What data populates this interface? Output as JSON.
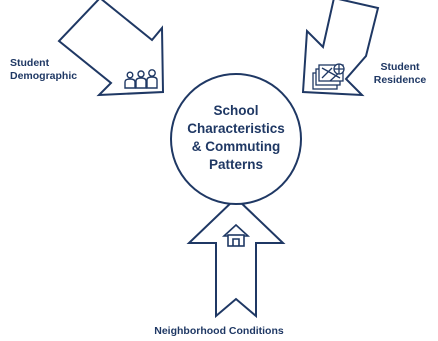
{
  "center": {
    "lines": [
      "School",
      "Characteristics",
      "& Commuting",
      "Patterns"
    ]
  },
  "inputs": {
    "left": {
      "lines": [
        "Student",
        "Demographic"
      ],
      "icon": "people-icon"
    },
    "right": {
      "lines": [
        "Student",
        "Residence"
      ],
      "icon": "map-icon"
    },
    "bottom": {
      "label": "Neighborhood Conditions",
      "icon": "house-icon"
    }
  },
  "colors": {
    "stroke": "#1f3864",
    "text": "#1f3864",
    "fill": "#ffffff"
  }
}
